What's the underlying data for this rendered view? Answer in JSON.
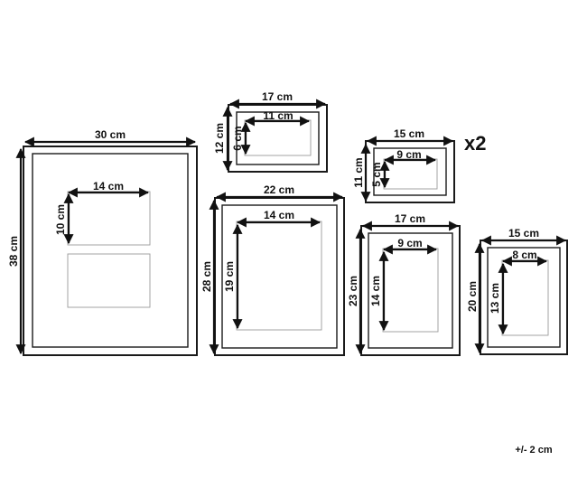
{
  "frames": [
    {
      "id": "frame-30x38",
      "width_label": "30 cm",
      "height_label": "38 cm",
      "inner_width_label": "14 cm",
      "inner_height_label": "10 cm",
      "openings": 2
    },
    {
      "id": "frame-17x12",
      "width_label": "17 cm",
      "height_label": "12 cm",
      "inner_width_label": "11 cm",
      "inner_height_label": "6 cm",
      "openings": 1
    },
    {
      "id": "frame-22x28",
      "width_label": "22 cm",
      "height_label": "28 cm",
      "inner_width_label": "14 cm",
      "inner_height_label": "19 cm",
      "openings": 1
    },
    {
      "id": "frame-15x11",
      "width_label": "15 cm",
      "height_label": "11 cm",
      "inner_width_label": "9 cm",
      "inner_height_label": "5 cm",
      "openings": 1,
      "quantity_label": "x2"
    },
    {
      "id": "frame-17x23",
      "width_label": "17 cm",
      "height_label": "23 cm",
      "inner_width_label": "9 cm",
      "inner_height_label": "14 cm",
      "openings": 1
    },
    {
      "id": "frame-15x20",
      "width_label": "15 cm",
      "height_label": "20 cm",
      "inner_width_label": "8 cm",
      "inner_height_label": "13 cm",
      "openings": 1
    }
  ],
  "tolerance_label": "+/- 2 cm"
}
